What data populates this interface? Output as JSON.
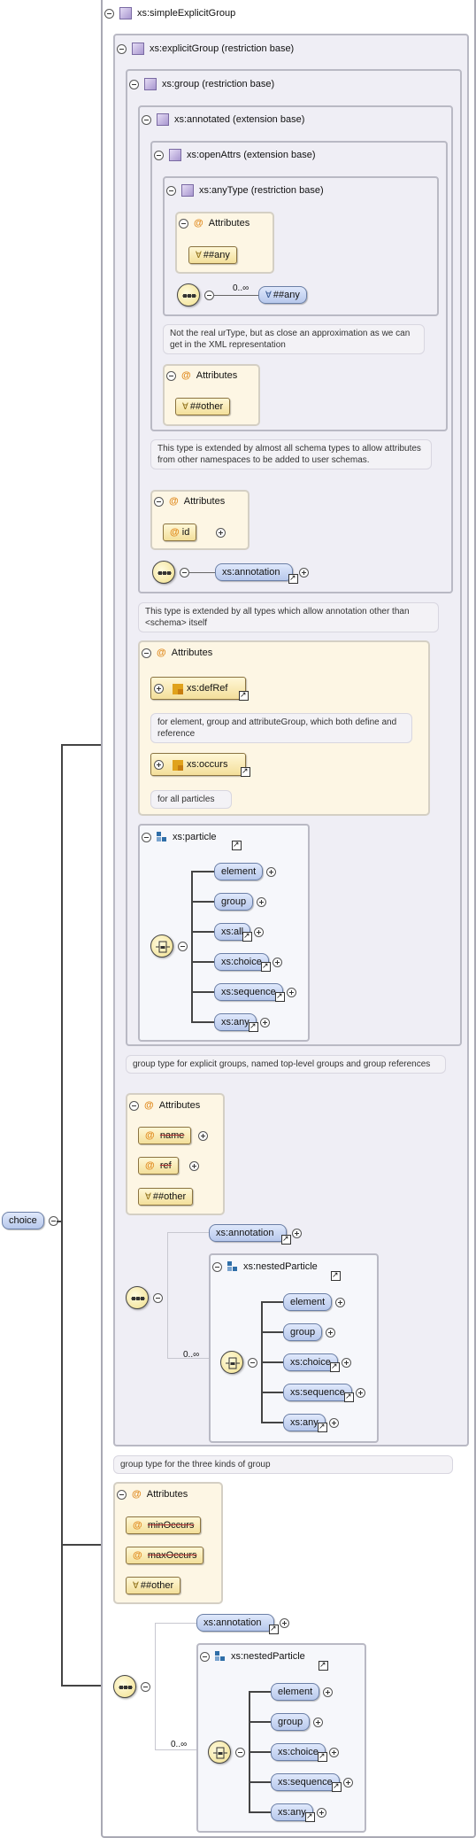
{
  "root": {
    "name": "choice"
  },
  "simpleExplicitGroup": {
    "title": "xs:simpleExplicitGroup"
  },
  "explicitGroup": {
    "title": "xs:explicitGroup (restriction base)"
  },
  "group": {
    "title": "xs:group (restriction base)"
  },
  "annotated": {
    "title": "xs:annotated (extension base)"
  },
  "openAttrs": {
    "title": "xs:openAttrs (extension base)"
  },
  "anyType": {
    "title": "xs:anyType (restriction base)",
    "attributes_label": "Attributes",
    "any_attr": "##any",
    "cardinality": "0..∞",
    "any_elem": "##any",
    "note": "Not the real urType, but as close an approximation as we can get in the XML representation"
  },
  "openAttrs_attrs": {
    "label": "Attributes",
    "other": "##other"
  },
  "openAttrs_note": "This type is extended by almost all schema types to allow attributes from other namespaces to be added to user schemas.",
  "annotated_attrs": {
    "label": "Attributes",
    "id": "id"
  },
  "annotated_annotation": "xs:annotation",
  "annotated_note": "This type is extended by all types which allow annotation other than <schema> itself",
  "group_attrs": {
    "label": "Attributes",
    "defRef": "xs:defRef",
    "defRef_note": "for element, group and attributeGroup, which both define and reference",
    "occurs": "xs:occurs",
    "occurs_note": "for all particles"
  },
  "particle": {
    "title": "xs:particle",
    "items": [
      "element",
      "group",
      "xs:all",
      "xs:choice",
      "xs:sequence",
      "xs:any"
    ]
  },
  "group_note": "group type for explicit groups, named top-level groups and group references",
  "explicit_attrs": {
    "label": "Attributes",
    "name": "name",
    "ref": "ref",
    "other": "##other"
  },
  "explicit_seq": {
    "annotation": "xs:annotation",
    "cardinality": "0..∞",
    "nested_title": "xs:nestedParticle",
    "items": [
      "element",
      "group",
      "xs:choice",
      "xs:sequence",
      "xs:any"
    ]
  },
  "explicit_note": "group type for the three kinds of group",
  "simple_attrs": {
    "label": "Attributes",
    "minOccurs": "minOccurs",
    "maxOccurs": "maxOccurs",
    "other": "##other"
  },
  "simple_seq": {
    "annotation": "xs:annotation",
    "cardinality": "0..∞",
    "nested_title": "xs:nestedParticle",
    "items": [
      "element",
      "group",
      "xs:choice",
      "xs:sequence",
      "xs:any"
    ]
  },
  "colors": {
    "pill_blue": "#c6d4f2",
    "attr_yellow": "#f7e7a8",
    "frame_gray": "#b9b9c4",
    "attr_bg": "#fdf6e4"
  }
}
